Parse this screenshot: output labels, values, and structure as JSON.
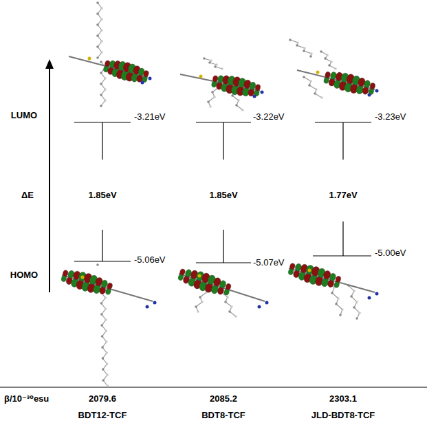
{
  "diagram": {
    "labels": [
      "LUMO",
      "-3.21eV",
      "-3.22eV",
      "-3.23eV",
      "ΔE",
      "1.85eV",
      "1.85eV",
      "1.77eV",
      "HOMO",
      "-5.06eV",
      "-5.07eV",
      "-5.00eV",
      "β/10⁻³⁰esu",
      "2079.6",
      "2085.2",
      "2303.1",
      "BDT12-TCF",
      "BDT8-TCF",
      "JLD-BDT8-TCF"
    ]
  }
}
